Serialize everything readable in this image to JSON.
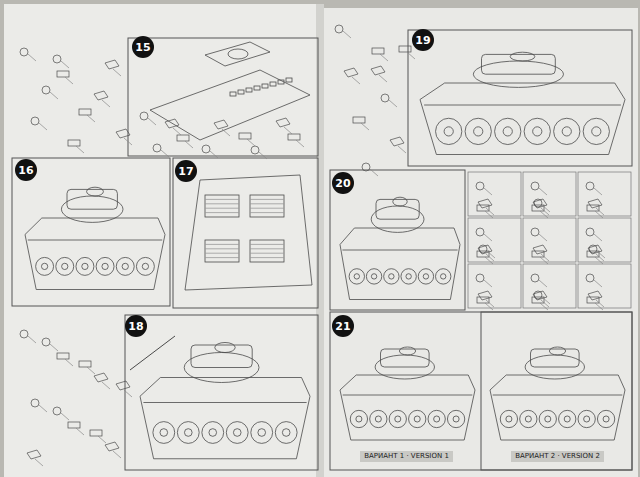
{
  "diagram": {
    "nodes": [
      {
        "text": [
          "15"
        ]
      },
      {
        "text": [
          "16"
        ]
      },
      {
        "text": [
          "17"
        ]
      },
      {
        "text": [
          "18"
        ]
      },
      {
        "text": [
          "19"
        ]
      },
      {
        "text": [
          "20"
        ]
      },
      {
        "text": [
          "21"
        ]
      }
    ],
    "labels": [
      "ВАРИАНТ 1 · VERSION 1",
      "ВАРИАНТ 2 · VERSION 2"
    ]
  }
}
